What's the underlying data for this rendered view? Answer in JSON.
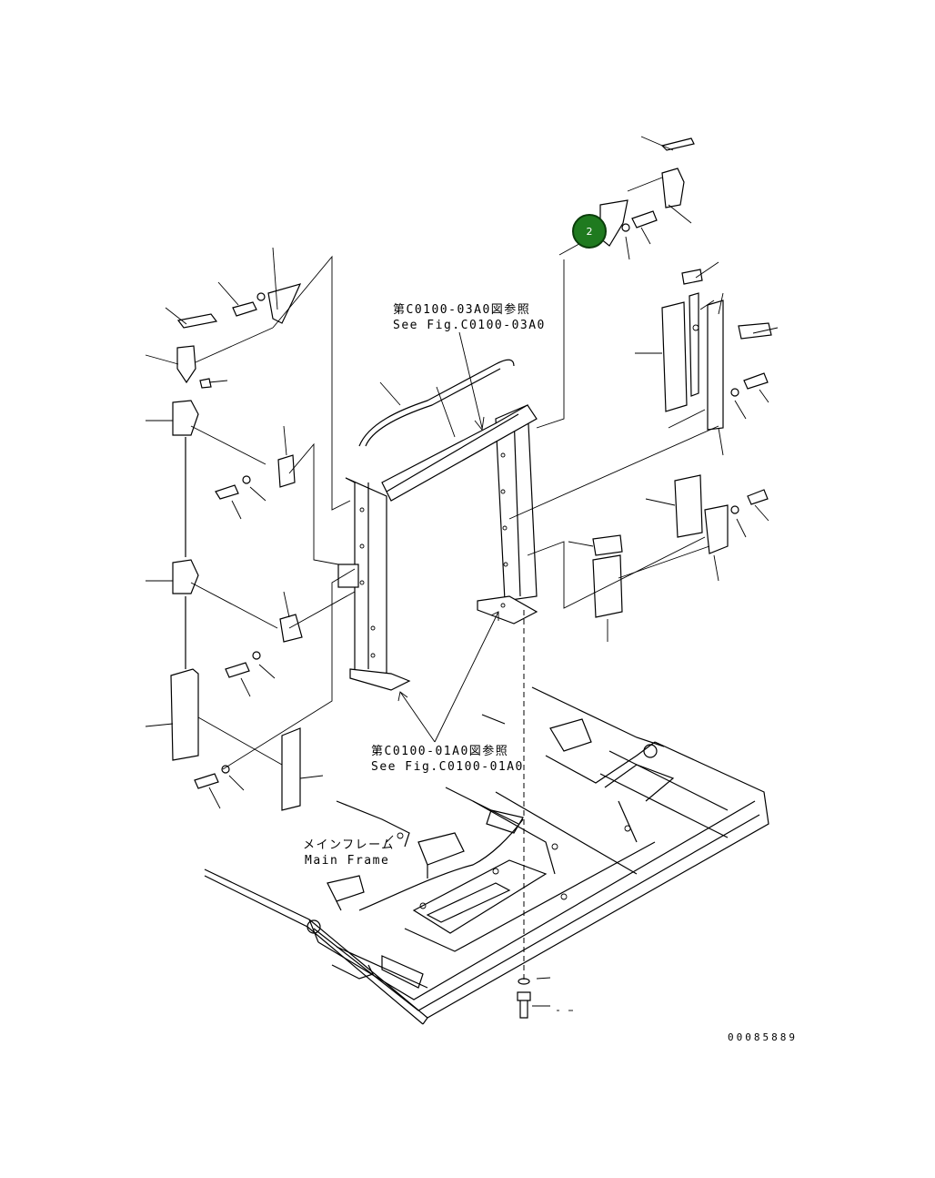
{
  "callout": {
    "number": "2",
    "color": "#1f7a1f"
  },
  "references": {
    "ref_upper_jp": "第C0100-03A0図参照",
    "ref_upper_en": "See Fig.C0100-03A0",
    "ref_lower_jp": "第C0100-01A0図参照",
    "ref_lower_en": "See Fig.C0100-01A0"
  },
  "main_frame": {
    "label_jp": "メインフレーム",
    "label_en": "Main Frame"
  },
  "drawing_number": "00085889"
}
